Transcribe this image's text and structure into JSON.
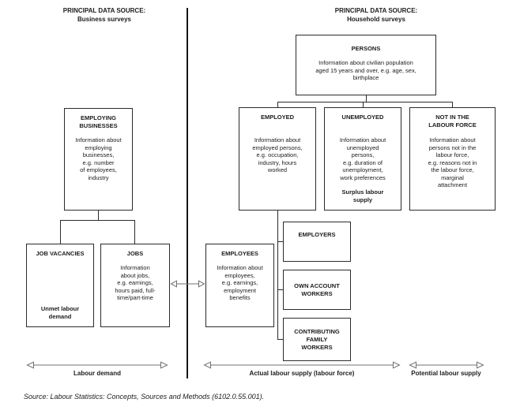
{
  "headers": {
    "business": {
      "line1": "PRINCIPAL DATA SOURCE:",
      "line2": "Business surveys"
    },
    "household": {
      "line1": "PRINCIPAL DATA SOURCE:",
      "line2": "Household surveys"
    }
  },
  "boxes": {
    "persons": {
      "title": "PERSONS",
      "body": "Information about civilian population\naged 15 years and over, e.g. age, sex,\nbirthplace"
    },
    "employing_businesses": {
      "title": "EMPLOYING\nBUSINESSES",
      "body": "Information about\nemploying\nbusinesses,\ne.g. number\nof employees,\nindustry"
    },
    "employed": {
      "title": "EMPLOYED",
      "body": "Information about\nemployed persons,\ne.g. occupation,\nindustry, hours\nworked"
    },
    "unemployed": {
      "title": "UNEMPLOYED",
      "body": "Information about\nunemployed\npersons,\ne.g. duration of\nunemployment,\nwork preferences",
      "footer": "Surplus labour\nsupply"
    },
    "not_in_labour_force": {
      "title": "NOT IN THE\nLABOUR FORCE",
      "body": "Information about\npersons not in the\nlabour force,\ne.g. reasons not in\nthe labour force,\nmarginal\nattachment"
    },
    "job_vacancies": {
      "title": "JOB VACANCIES",
      "footer": "Unmet labour\ndemand"
    },
    "jobs": {
      "title": "JOBS",
      "body": "Information\nabout jobs,\ne.g. earnings,\nhours paid, full-\ntime/part-time"
    },
    "employees": {
      "title": "EMPLOYEES",
      "body": "Information about\nemployees,\ne.g. earnings,\nemployment\nbenefits"
    },
    "employers": {
      "title": "EMPLOYERS"
    },
    "own_account_workers": {
      "title": "OWN ACCOUNT\nWORKERS"
    },
    "contributing_family_workers": {
      "title": "CONTRIBUTING\nFAMILY\nWORKERS"
    }
  },
  "spans": {
    "labour_demand": "Labour demand",
    "actual_labour_supply": "Actual labour supply (labour force)",
    "potential_labour_supply": "Potential labour supply"
  },
  "source_note": "Source: Labour Statistics: Concepts, Sources and Methods (6102.0.55.001).",
  "colors": {
    "border": "#2b2b2b",
    "text": "#1c1c1c",
    "arrow": "#707070",
    "background": "#ffffff"
  }
}
